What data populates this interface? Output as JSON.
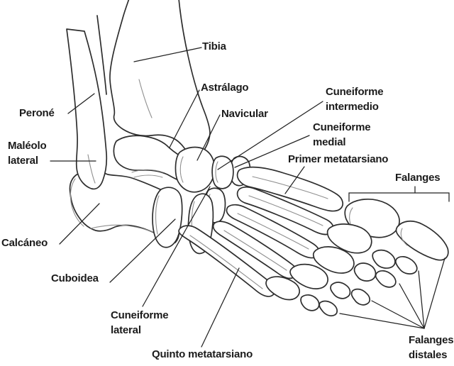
{
  "figure": {
    "colors": {
      "background": "#ffffff",
      "bone_outline": "#2e2e2e",
      "inner_detail_line": "#8f8f8f",
      "leader_line": "#222222",
      "label_text": "#1b1b1b"
    },
    "labels": {
      "tibia": {
        "text": "Tibia"
      },
      "perone": {
        "text": "Peroné"
      },
      "maleolo_lateral": {
        "text": "Maléolo\nlateral"
      },
      "astralago": {
        "text": "Astrálago"
      },
      "navicular": {
        "text": "Navicular"
      },
      "cuneiforme_intermedio": {
        "text": "Cuneiforme\nintermedio"
      },
      "cuneiforme_medial": {
        "text": "Cuneiforme\nmedial"
      },
      "primer_metatarsiano": {
        "text": "Primer metatarsiano"
      },
      "falanges": {
        "text": "Falanges"
      },
      "calcaneo": {
        "text": "Calcáneo"
      },
      "cuboidea": {
        "text": "Cuboidea"
      },
      "cuneiforme_lateral": {
        "text": "Cuneiforme\nlateral"
      },
      "quinto_metatarsiano": {
        "text": "Quinto metatarsiano"
      },
      "falanges_distales": {
        "text": "Falanges\ndistales"
      }
    }
  }
}
